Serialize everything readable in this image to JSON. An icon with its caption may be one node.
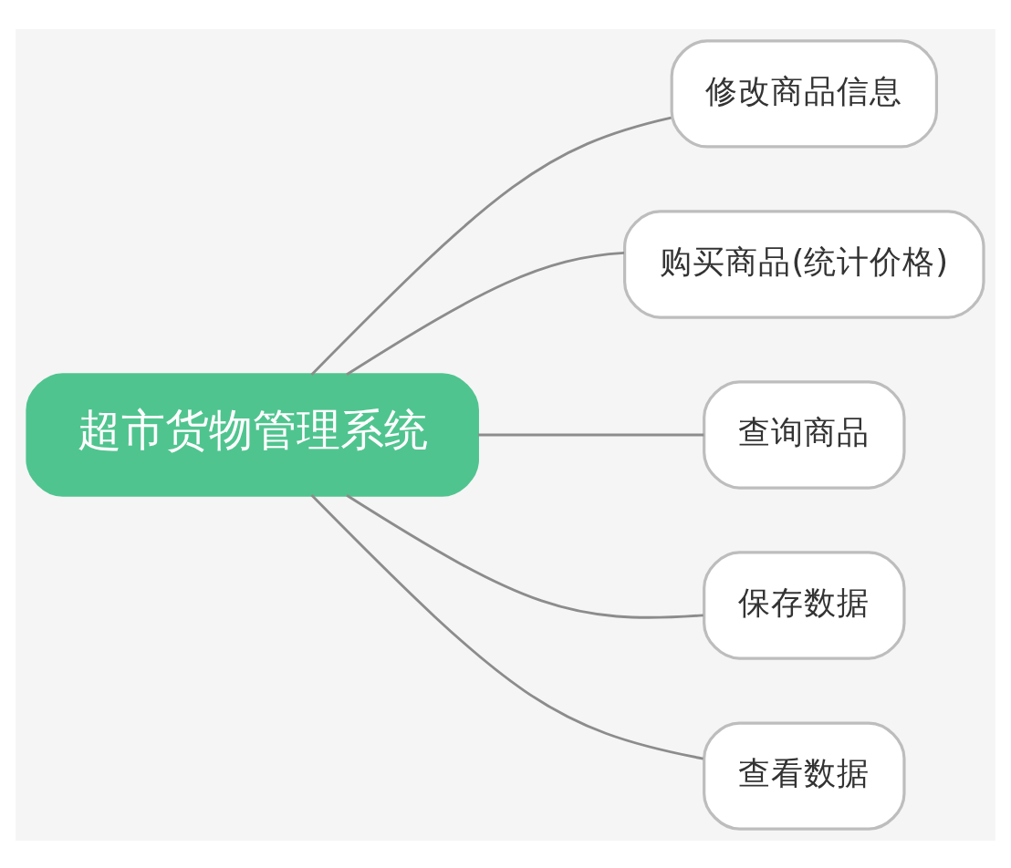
{
  "diagram": {
    "nodes": [
      {
        "text": [
          "超市货物管理系统"
        ]
      },
      {
        "text": [
          "修改商品信息"
        ]
      },
      {
        "text": [
          "购买商品(统计价格)"
        ]
      },
      {
        "text": [
          "查询商品"
        ]
      },
      {
        "text": [
          "保存数据"
        ]
      },
      {
        "text": [
          "查看数据"
        ]
      }
    ],
    "edges": [
      {
        "from": 0,
        "to": 1,
        "arrow": "none"
      },
      {
        "from": 0,
        "to": 2,
        "arrow": "none"
      },
      {
        "from": 0,
        "to": 3,
        "arrow": "none"
      },
      {
        "from": 0,
        "to": 4,
        "arrow": "none"
      },
      {
        "from": 0,
        "to": 5,
        "arrow": "none"
      }
    ]
  }
}
